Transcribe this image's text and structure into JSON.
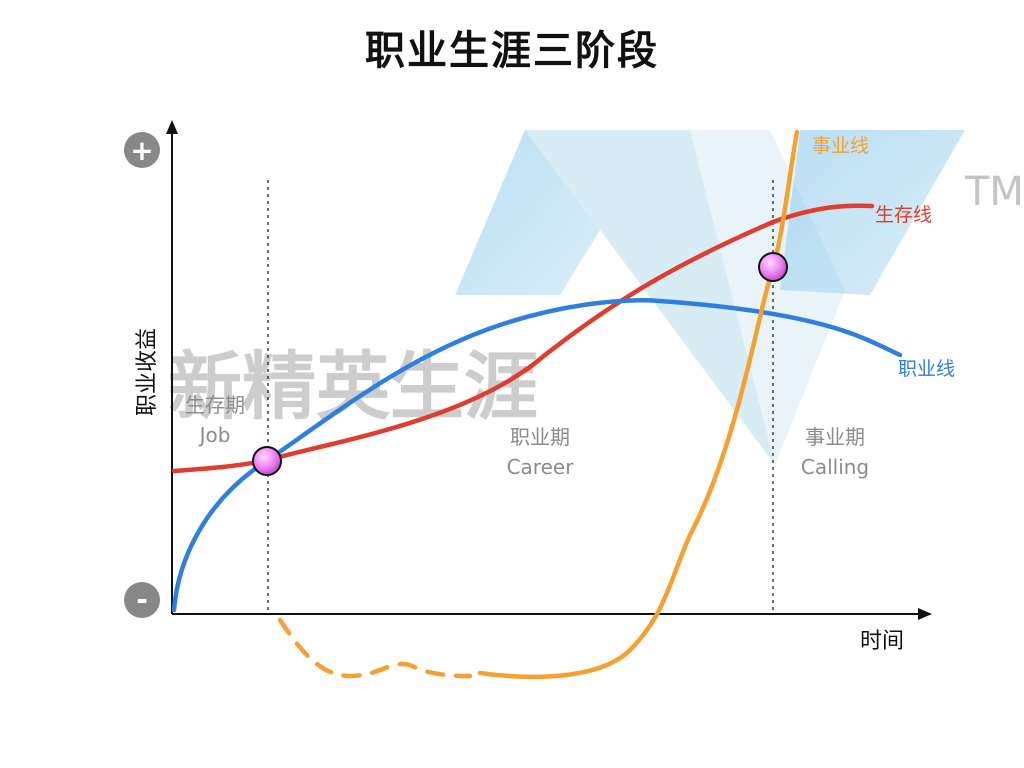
{
  "title": "职业生涯三阶段",
  "axes": {
    "y_label": "职业收益",
    "x_label": "时间",
    "y_top_sign": "+",
    "y_bottom_sign": "-"
  },
  "watermark": {
    "text": "新精英生涯",
    "trademark": "TM"
  },
  "phases": [
    {
      "name": "生存期",
      "english": "Job"
    },
    {
      "name": "职业期",
      "english": "Career"
    },
    {
      "name": "事业期",
      "english": "Calling"
    }
  ],
  "curves": [
    {
      "label": "事业线",
      "color": "#f5a030"
    },
    {
      "label": "生存线",
      "color": "#e03c30"
    },
    {
      "label": "职业线",
      "color": "#2f7fe0"
    }
  ],
  "markers": {
    "color": "#e377f0"
  },
  "colors": {
    "axis": "#111111",
    "phase_text": "#8c8c8c",
    "logo_blue": "#8fc6e8"
  }
}
